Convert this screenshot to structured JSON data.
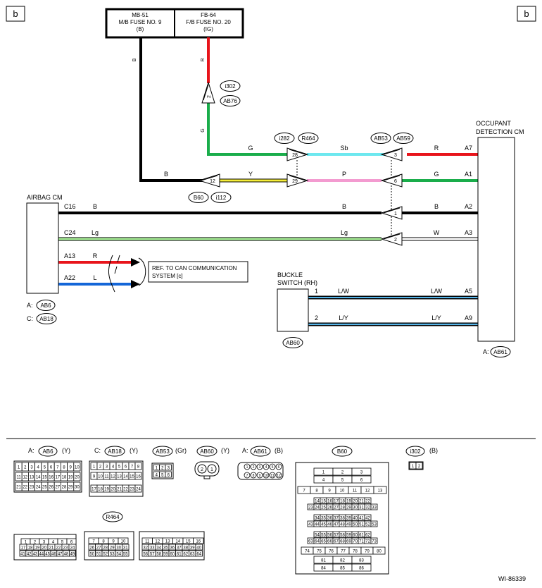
{
  "page": {
    "corner_left": "b",
    "corner_right": "b",
    "figure_id": "WI-86339"
  },
  "fuses": [
    {
      "id": "MB-51",
      "line1": "M/B FUSE NO. 9",
      "line2": "(B)"
    },
    {
      "id": "FB-64",
      "line1": "F/B FUSE NO. 20",
      "line2": "(IG)"
    }
  ],
  "wire_colors": {
    "B": "B",
    "R": "R",
    "G": "G",
    "Sb": "Sb",
    "Y": "Y",
    "P": "P",
    "Lg": "Lg",
    "W": "W",
    "L": "L",
    "LW": "L/W",
    "LY": "L/Y"
  },
  "colors": {
    "black": "#000000",
    "red": "#e8141b",
    "green": "#1aad4b",
    "sky_blue": "#6de8ef",
    "yellow": "#f6ee3a",
    "pink": "#f39bd0",
    "light_green": "#a8ef98",
    "blue": "#1466d8"
  },
  "connector_tags": [
    "i302",
    "AB76",
    "i282",
    "R464",
    "AB53",
    "AB59",
    "B60",
    "i112",
    "AB6",
    "AB18",
    "AB60",
    "AB61"
  ],
  "pins": {
    "p2": "2",
    "p28": "28",
    "p3": "3",
    "p12": "12",
    "p29": "29",
    "p6": "6",
    "p1": "1"
  },
  "modules": {
    "occupant_title1": "OCCUPANT",
    "occupant_title2": "DETECTION CM",
    "airbag_title": "AIRBAG CM",
    "buckle_title1": "BUCKLE",
    "buckle_title2": "SWITCH (RH)",
    "ref_line1": "REF. TO CAN COMMUNICATION",
    "ref_line2": "SYSTEM [c]",
    "prefix_a": "A:",
    "prefix_c": "C:"
  },
  "terminals": {
    "A7": "A7",
    "A1": "A1",
    "A2": "A2",
    "A3": "A3",
    "A5": "A5",
    "A9": "A9",
    "C16": "C16",
    "C24": "C24",
    "A13": "A13",
    "A22": "A22",
    "b1": "1",
    "b2": "2"
  },
  "legend": {
    "ab6_prefix": "A:",
    "ab6_name": "AB6",
    "ab6_color": "(Y)",
    "ab18_prefix": "C:",
    "ab18_name": "AB18",
    "ab18_color": "(Y)",
    "ab53_name": "AB53",
    "ab53_color": "(Gr)",
    "ab60_name": "AB60",
    "ab60_color": "(Y)",
    "ab61_prefix": "A:",
    "ab61_name": "AB61",
    "ab61_color": "(B)",
    "b60_name": "B60",
    "i302_name": "i302",
    "i302_color": "(B)",
    "r464_name": "R464"
  }
}
